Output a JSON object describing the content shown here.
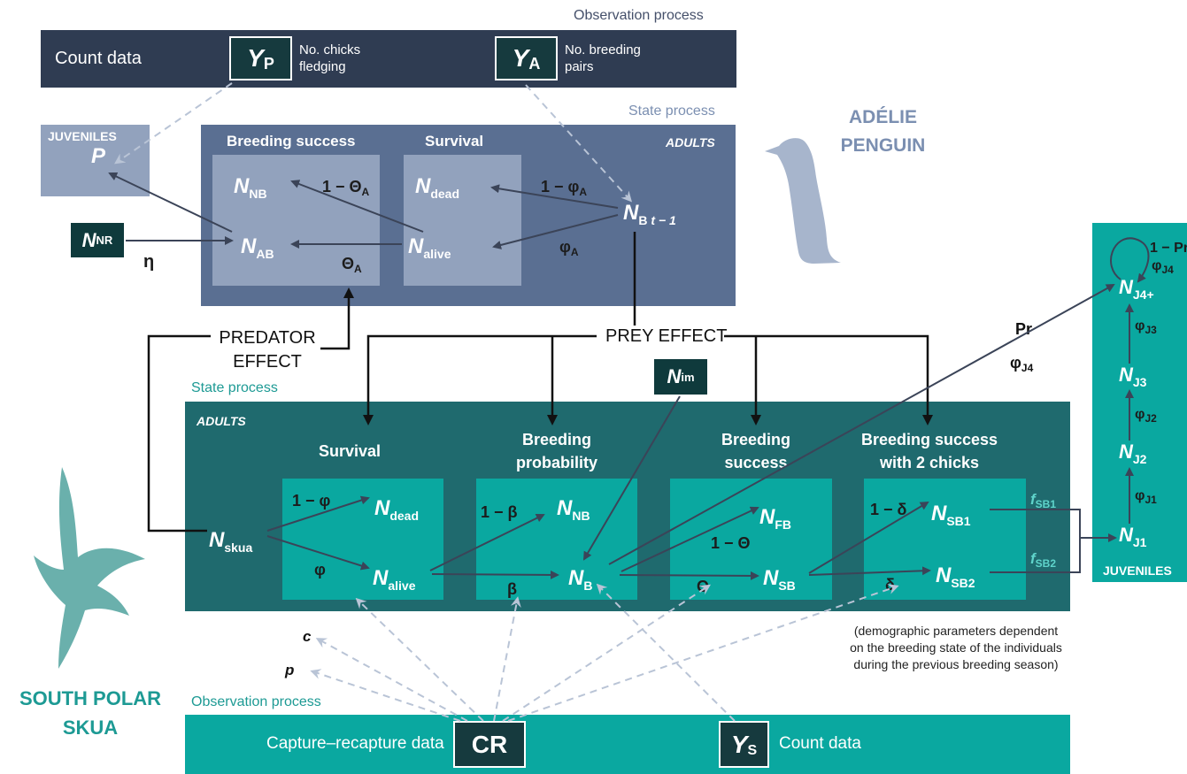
{
  "adelie": {
    "species_label_line1": "ADÉLIE",
    "species_label_line2": "PENGUIN",
    "observation_process": "Observation process",
    "count_data": "Count data",
    "yp_symbol": "Y",
    "yp_sub": "P",
    "yp_desc_line1": "No. chicks",
    "yp_desc_line2": "fledging",
    "ya_symbol": "Y",
    "ya_sub": "A",
    "ya_desc_line1": "No. breeding",
    "ya_desc_line2": "pairs",
    "state_process": "State process",
    "juveniles": "JUVENILES",
    "p_symbol": "P",
    "adults": "ADULTS",
    "breeding_success": "Breeding success",
    "survival": "Survival",
    "nodes": {
      "n_nb": "NB",
      "n_ab": "AB",
      "n_dead": "dead",
      "n_alive": "alive",
      "n_bt": "B",
      "n_bt_suffix": "t − 1",
      "n_nr": "NR"
    },
    "params": {
      "one_minus_theta": "1 − Θ",
      "theta": "Θ",
      "theta_sub": "A",
      "one_minus_phi": "1 − φ",
      "phi": "φ",
      "phi_sub": "A",
      "eta": "η"
    }
  },
  "effects": {
    "predator_line1": "PREDATOR",
    "predator_line2": "EFFECT",
    "prey": "PREY EFFECT"
  },
  "skua": {
    "species_label_line1": "SOUTH POLAR",
    "species_label_line2": "SKUA",
    "state_process": "State process",
    "adults": "ADULTS",
    "survival": "Survival",
    "breeding_probability_line1": "Breeding",
    "breeding_probability_line2": "probability",
    "breeding_success_line1": "Breeding",
    "breeding_success_line2": "success",
    "breeding_success2_line1": "Breeding success",
    "breeding_success2_line2": "with 2 chicks",
    "n_im": "im",
    "nodes": {
      "n_skua": "skua",
      "n_dead": "dead",
      "n_alive": "alive",
      "n_nb": "NB",
      "n_b": "B",
      "n_fb": "FB",
      "n_sb": "SB",
      "n_sb1": "SB1",
      "n_sb2": "SB2"
    },
    "params": {
      "one_minus_phi": "1 − φ",
      "phi": "φ",
      "one_minus_beta": "1 − β",
      "beta": "β",
      "one_minus_theta": "1 − Θ",
      "theta": "Θ",
      "one_minus_delta": "1 − δ",
      "delta": "δ",
      "f_sb1": "f",
      "f_sb1_sub": "SB1",
      "f_sb2": "f",
      "f_sb2_sub": "SB2",
      "pr": "Pr",
      "phi_j4": "φ",
      "phi_j4_sub": "J4",
      "c": "c",
      "p": "p"
    },
    "juveniles": {
      "label": "JUVENILES",
      "n_j4": "J4+",
      "n_j3": "J3",
      "n_j2": "J2",
      "n_j1": "J1",
      "one_minus_pr": "1 − Pr",
      "phi_j4": "φ",
      "phi_j4_sub": "J4",
      "phi_j3_sub": "J3",
      "phi_j2_sub": "J2",
      "phi_j1_sub": "J1"
    },
    "note_line1": "(demographic parameters dependent",
    "note_line2": "on the breeding state of the individuals",
    "note_line3": "during the previous breeding season)",
    "observation_process": "Observation process",
    "capture_recapture": "Capture–recapture data",
    "cr_symbol": "CR",
    "ys_symbol": "Y",
    "ys_sub": "S",
    "count_data": "Count data"
  },
  "colors": {
    "adelie_dark": "#2f3c52",
    "adelie_state": "#5a6f92",
    "adelie_sub": "#92a2bd",
    "adelie_label": "#7b8fb1",
    "skua_dark": "#1f6a6e",
    "skua_teal": "#0aa8a0",
    "skua_label": "#1d9a94",
    "arrow_dark": "#3b4458",
    "arrow_dashed": "#b9c4d6"
  }
}
